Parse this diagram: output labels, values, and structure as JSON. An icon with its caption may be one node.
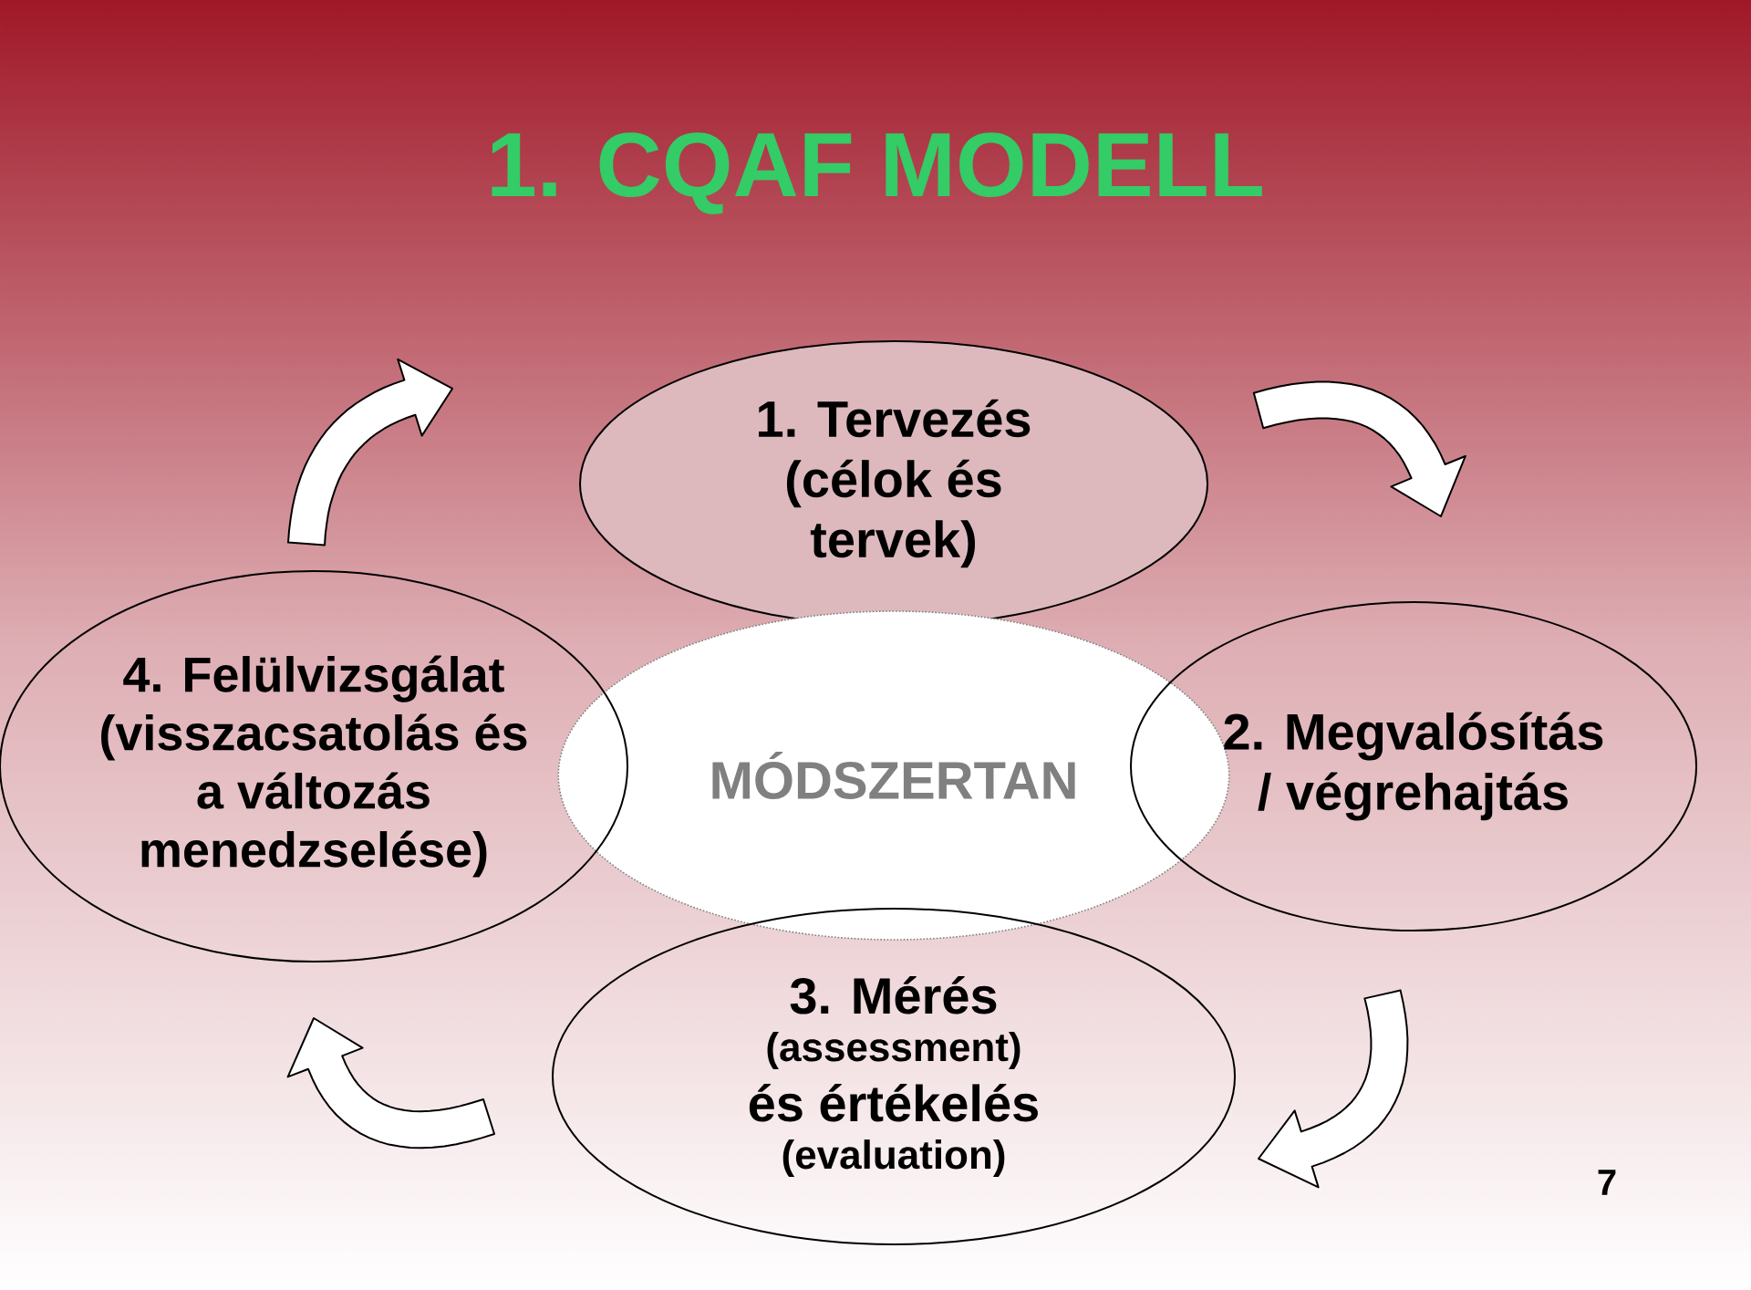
{
  "diagram": {
    "title": "1. CQAF MODELL",
    "nodes": [
      {
        "text": [
          "1. Tervezés (célok és tervek)"
        ]
      },
      {
        "text": [
          "4. Felülvizsgálat (visszacsatolás és a változás menedzselése)"
        ]
      },
      {
        "text": [
          "MÓDSZERTAN"
        ]
      },
      {
        "text": [
          "2. Megvalósítás / végrehajtás"
        ]
      },
      {
        "text": [
          "3. Mérés",
          "(assessment)",
          "és értékelés",
          "(evaluation)"
        ]
      }
    ],
    "edges": [
      {
        "from": 0,
        "to": 3,
        "arrow": "to"
      },
      {
        "from": 3,
        "to": 4,
        "arrow": "to"
      },
      {
        "from": 4,
        "to": 1,
        "arrow": "to"
      },
      {
        "from": 1,
        "to": 0,
        "arrow": "to"
      }
    ],
    "labels": [
      "7"
    ]
  }
}
